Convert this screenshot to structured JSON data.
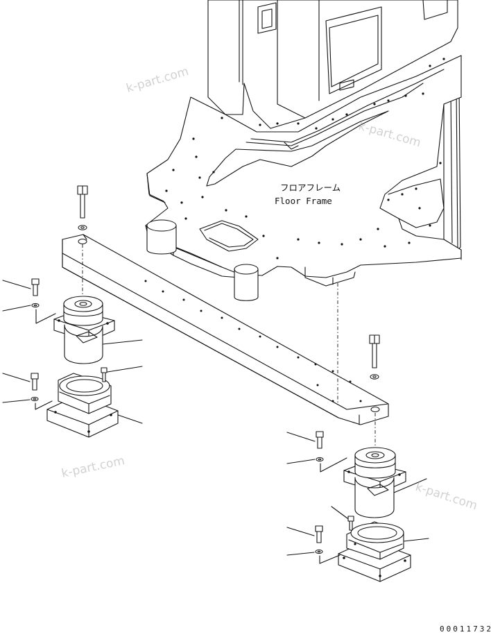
{
  "diagram": {
    "label_jp": "フロアフレーム",
    "label_en": "Floor Frame",
    "drawing_code": "00011732"
  },
  "watermarks": [
    "k-part.com",
    "k-part.com",
    "k-part.com",
    "k-part.com"
  ]
}
